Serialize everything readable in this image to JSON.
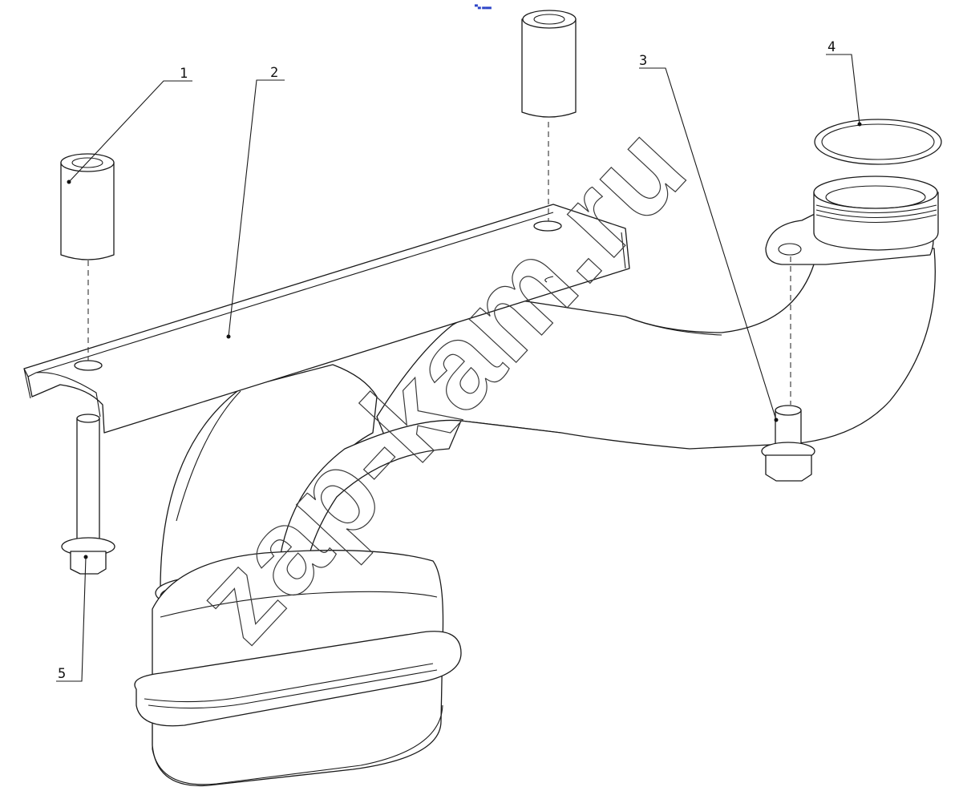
{
  "header_mark": "▀▄ ▄▄▄",
  "watermark": "zap-kam.ru",
  "callouts": [
    {
      "id": "1",
      "label": "1",
      "part": "bushing"
    },
    {
      "id": "2",
      "label": "2",
      "part": "mounting-bracket"
    },
    {
      "id": "3",
      "label": "3",
      "part": "bolt"
    },
    {
      "id": "4",
      "label": "4",
      "part": "sealing-ring"
    },
    {
      "id": "5",
      "label": "5",
      "part": "bolt"
    }
  ],
  "colors": {
    "line": "#1a1a1a",
    "background": "#ffffff",
    "header_mark": "#2d45c8"
  }
}
